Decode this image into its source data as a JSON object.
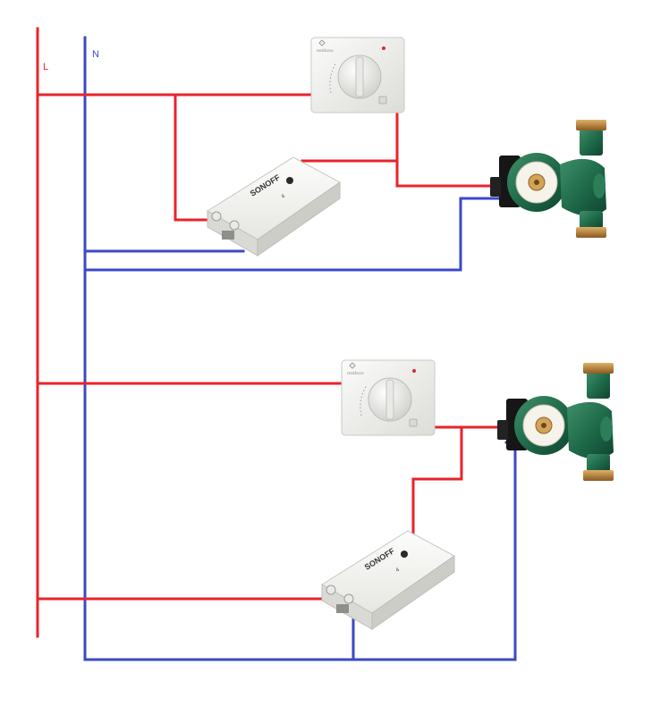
{
  "bus": {
    "live_label": "L",
    "neutral_label": "N"
  },
  "devices": {
    "thermostat_brand": "renkforce",
    "relay_brand": "SONOFF",
    "relay_model_mark": "4"
  },
  "colors": {
    "live_wire": "#e8232b",
    "neutral_wire": "#3b48c8",
    "pump_body": "#1f6b4a",
    "pump_fittings": "#b8863b",
    "device_housing": "#f4f4f2"
  },
  "icons": {
    "thermostat": "room-thermostat-icon",
    "relay": "smart-relay-icon",
    "pump": "circulation-pump-icon"
  }
}
